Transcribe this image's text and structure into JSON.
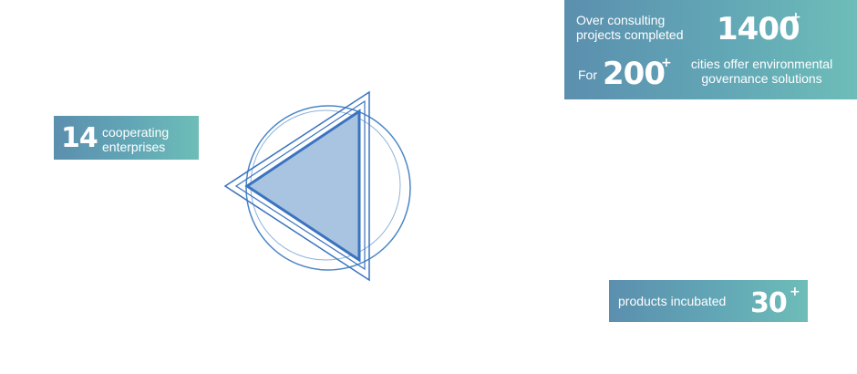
{
  "enterprises": {
    "number": "14",
    "label_line1": "cooperating",
    "label_line2": "enterprises"
  },
  "consulting": {
    "label_line1": "Over consulting",
    "label_line2": "projects completed",
    "number": "1400",
    "suffix": "+"
  },
  "cities": {
    "prefix": "For",
    "number": "200",
    "suffix": "+",
    "label_line1": "cities offer environmental",
    "label_line2": "governance solutions"
  },
  "products": {
    "label": "products incubated",
    "number": "30",
    "suffix": "+"
  },
  "colors": {
    "card_gradient_start": "#5b8fae",
    "card_gradient_end": "#6ebdb8",
    "triangle_fill": "#a9c4e1",
    "triangle_stroke": "#3a73bf",
    "circle_stroke": "#4a86c6"
  }
}
